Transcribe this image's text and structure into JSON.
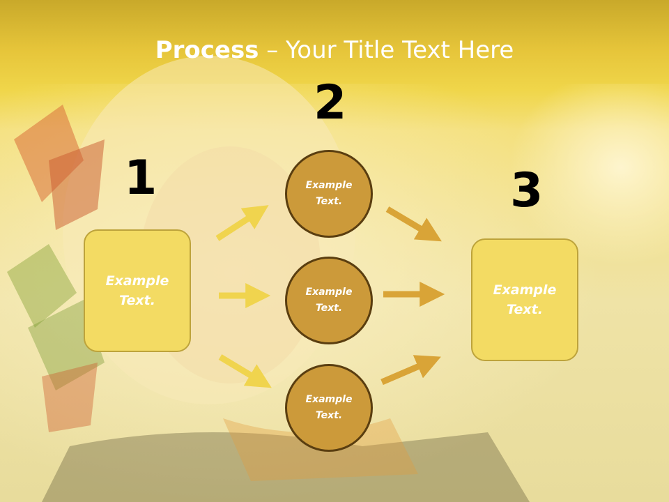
{
  "title": {
    "bold": "Process",
    "rest": " – Your Title Text Here"
  },
  "steps": [
    {
      "number": "1",
      "label": "Example\nText."
    },
    {
      "number": "2",
      "label": "Example\nText."
    },
    {
      "number": "3",
      "label": "Example\nText."
    }
  ],
  "circles": [
    {
      "label": "Example\nText."
    },
    {
      "label": "Example\nText."
    },
    {
      "label": "Example\nText."
    }
  ],
  "colors": {
    "box_fill": "#f3db63",
    "circle_fill": "#cc9a3a",
    "arrow_left": "#f0d44e",
    "arrow_right": "#d9a437"
  }
}
